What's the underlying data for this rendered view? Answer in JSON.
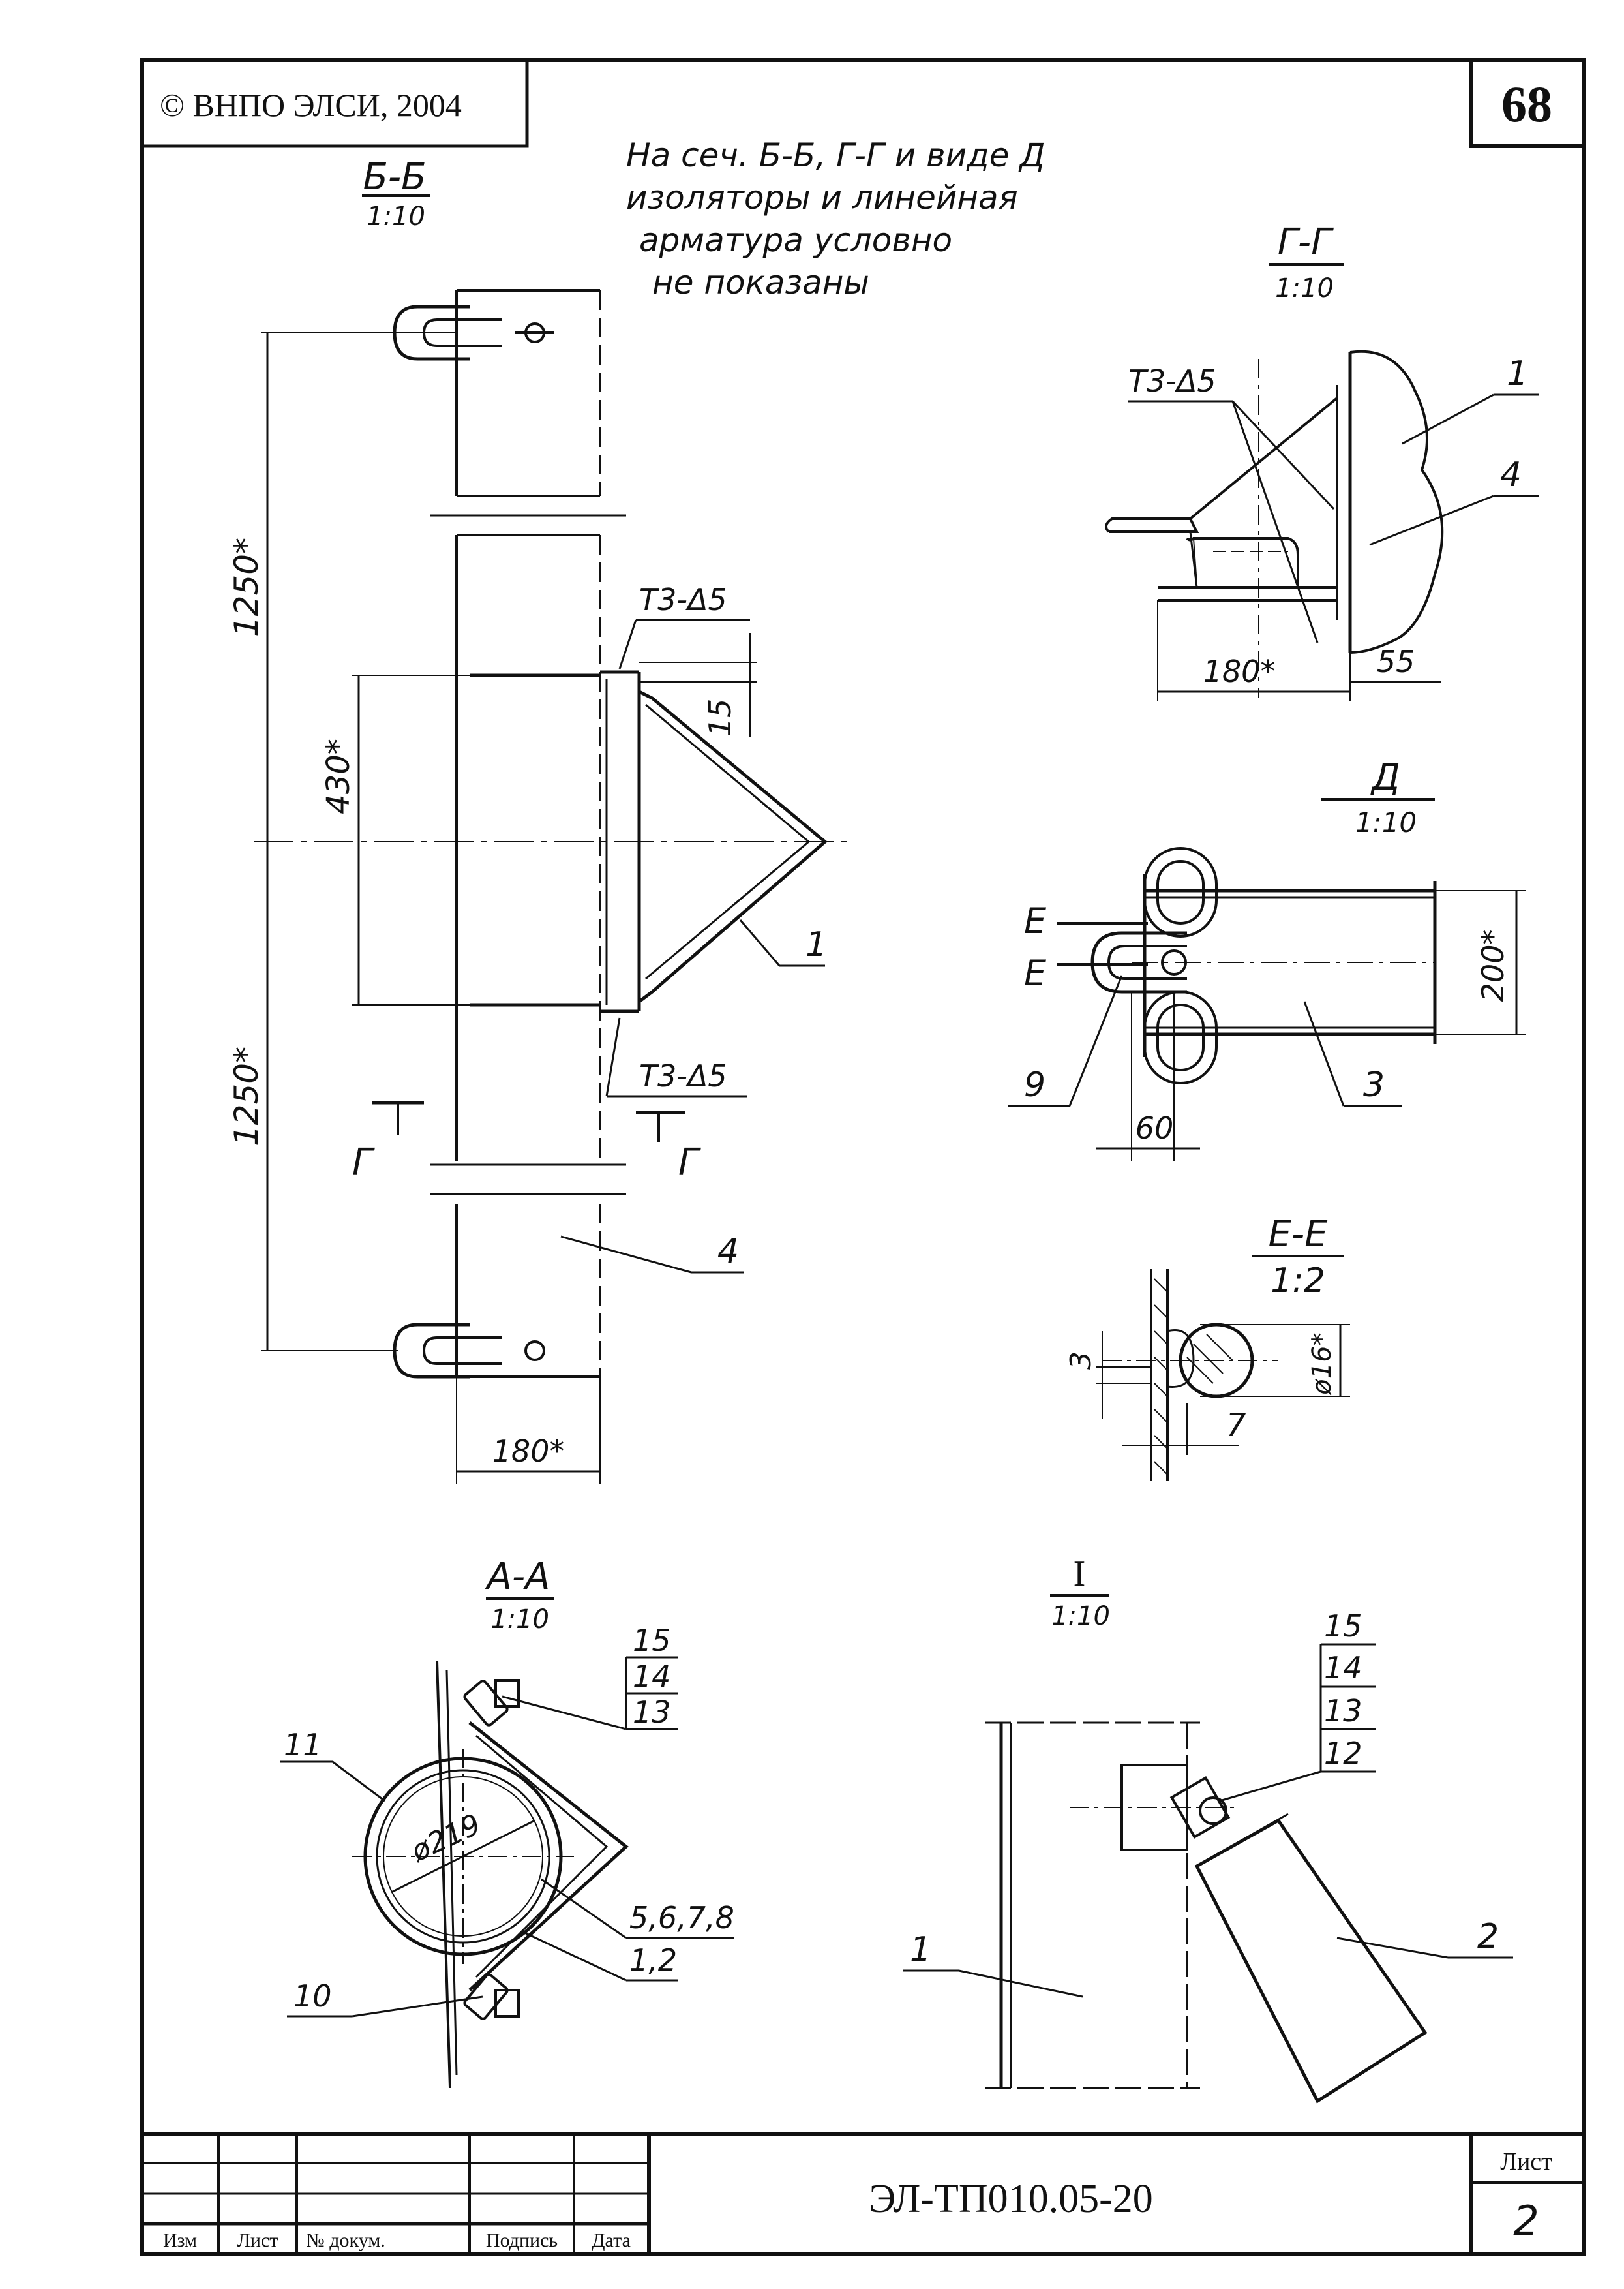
{
  "header": {
    "copyright": "© ВНПО ЭЛСИ, 2004",
    "page_number": "68"
  },
  "note": {
    "line1": "На сеч. Б-Б, Г-Г и виде Д",
    "line2": "изоляторы и линейная",
    "line3": "арматура условно",
    "line4": "не показаны"
  },
  "views": {
    "bb": {
      "title": "Б-Б",
      "scale": "1:10",
      "dim_upper": "1250*",
      "dim_lower": "1250*",
      "dim_mid": "430*",
      "dim_width": "180*",
      "dim_15": "15",
      "weld_upper": "Т3-Δ5",
      "weld_lower": "Т3-Δ5",
      "callout_1": "1",
      "callout_4": "4",
      "section_mark": "Г"
    },
    "gg": {
      "title": "Г-Г",
      "scale": "1:10",
      "weld": "Т3-Δ5",
      "callout_1": "1",
      "callout_4": "4",
      "dim_180": "180*",
      "dim_55": "55"
    },
    "d": {
      "title": "Д",
      "scale": "1:10",
      "section_mark": "Е",
      "dim_200": "200*",
      "dim_60": "60",
      "callout_9": "9",
      "callout_3": "3"
    },
    "ee": {
      "title": "Е-Е",
      "scale": "1:2",
      "dim_3": "3",
      "dim_7": "7",
      "dim_16": "ø16*"
    },
    "aa": {
      "title": "А-А",
      "scale": "1:10",
      "dia": "ø219",
      "callout_15": "15",
      "callout_14": "14",
      "callout_13": "13",
      "callout_11": "11",
      "callout_10": "10",
      "callout_5678": "5,6,7,8",
      "callout_12": "1,2"
    },
    "detail_i": {
      "title": "I",
      "scale": "1:10",
      "callout_15": "15",
      "callout_14": "14",
      "callout_13": "13",
      "callout_12": "12",
      "callout_1": "1",
      "callout_2": "2"
    }
  },
  "title_block": {
    "doc_code": "ЭЛ-ТП010.05-20",
    "sheet_label": "Лист",
    "sheet_number": "2",
    "col_izm": "Изм",
    "col_list": "Лист",
    "col_doc": "№ докум.",
    "col_sign": "Подпись",
    "col_date": "Дата"
  }
}
